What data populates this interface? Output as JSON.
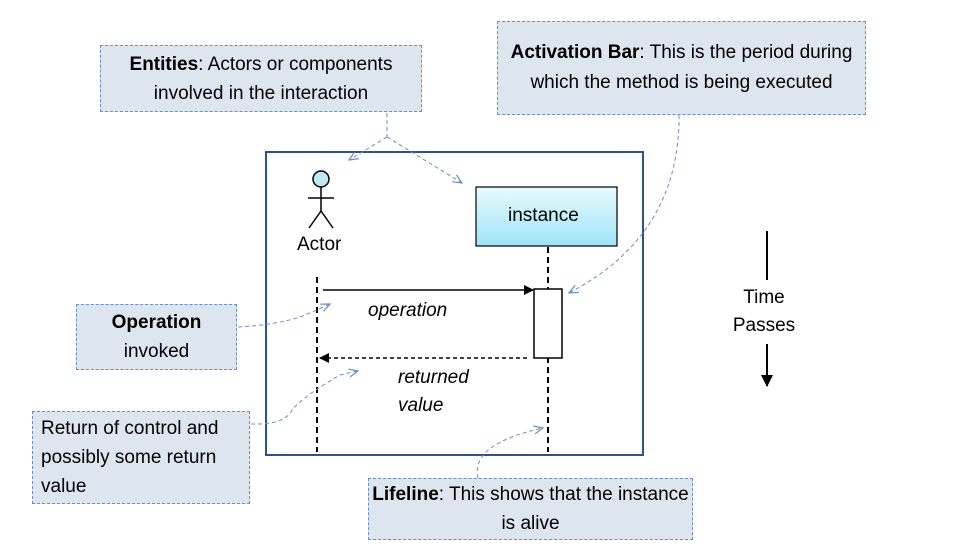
{
  "callouts": {
    "entities": {
      "title": "Entities",
      "text": ":  Actors or components involved in the interaction"
    },
    "activation": {
      "title": "Activation Bar",
      "text": ": This is the period during which the method is being executed"
    },
    "operation": {
      "title": "Operation",
      "text": "invoked"
    },
    "return": {
      "text": "Return of control and possibly some return value"
    },
    "lifeline": {
      "title": "Lifeline",
      "text": ": This shows that the instance is alive"
    }
  },
  "diagram": {
    "actor_label": "Actor",
    "instance_label": "instance",
    "operation_label": "operation",
    "returned_label_line1": "returned",
    "returned_label_line2": "value"
  },
  "time": {
    "line1": "Time",
    "line2": "Passes"
  },
  "colors": {
    "callout_bg": "#dde5ef",
    "callout_border": "#6b8fc4",
    "frame": "#2f4f8f",
    "instance_fill": "#bdeefa",
    "actor_head": "#bfe8f5"
  }
}
